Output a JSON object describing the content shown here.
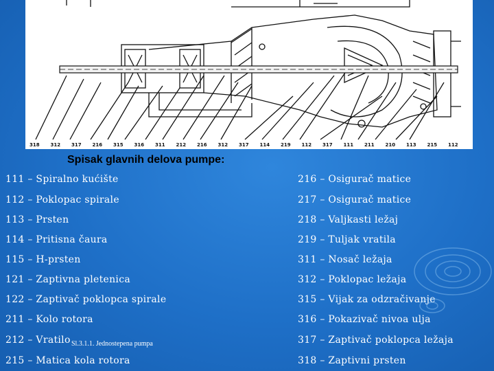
{
  "drawing": {
    "part_callouts": [
      "318",
      "312",
      "317",
      "216",
      "315",
      "316",
      "311",
      "212",
      "216",
      "312",
      "317",
      "114",
      "219",
      "112",
      "317",
      "111",
      "211",
      "210",
      "113",
      "215",
      "112"
    ]
  },
  "title": "Spisak glavnih delova pumpe:",
  "left_parts": [
    "111 – Spiralno kućište",
    "112 – Poklopac spirale",
    "113 – Prsten",
    "114 – Pritisna čaura",
    "115 – H-prsten",
    "121 – Zaptivna pletenica",
    "122 – Zaptivač poklopca spirale",
    "211 – Kolo rotora",
    "212 – Vratilo",
    "215 – Matica kola rotora"
  ],
  "right_parts": [
    "216 – Osigurač matice",
    "217 – Osigurač matice",
    "218 – Valjkasti ležaj",
    "219 – Tuljak vratila",
    "311 – Nosač ležaja",
    "312 – Poklopac ležaja",
    "315 – Vijak za odzračivanje",
    "316 – Pokazivač nivoa ulja",
    "317 – Zaptivač poklopca ležaja",
    "318 – Zaptivni prsten"
  ],
  "caption": "Sl.3.1.1. Jednostepena pumpa"
}
